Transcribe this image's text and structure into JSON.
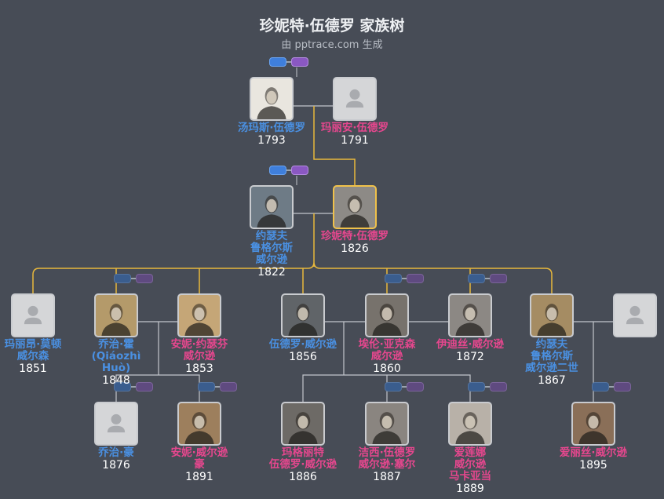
{
  "header": {
    "title": "珍妮特·伍德罗 家族树",
    "subtitle": "由 pptrace.com 生成"
  },
  "people": [
    {
      "id": "thomas",
      "name": "汤玛斯·伍德罗",
      "year": "1793",
      "gender": "m",
      "photo": "portrait-photo"
    },
    {
      "id": "marion",
      "name": "玛丽安·伍德罗",
      "year": "1791",
      "gender": "f",
      "photo": "placeholder"
    },
    {
      "id": "joseph",
      "name": "约瑟夫\n鲁格尔斯\n威尔逊",
      "year": "1822",
      "gender": "m",
      "photo": "portrait-photo"
    },
    {
      "id": "janet",
      "name": "珍妮特·伍德罗",
      "year": "1826",
      "gender": "f",
      "photo": "portrait-photo"
    },
    {
      "id": "marion_w",
      "name": "玛丽昂·莫顿\n威尔森",
      "year": "1851",
      "gender": "m",
      "photo": "placeholder"
    },
    {
      "id": "george",
      "name": "乔治·霍\n(Qiáozhì\nHuò)",
      "year": "1848",
      "gender": "m",
      "photo": "portrait-photo"
    },
    {
      "id": "annie",
      "name": "安妮·约瑟芬\n威尔逊",
      "year": "1853",
      "gender": "f",
      "photo": "portrait-photo"
    },
    {
      "id": "woodrow",
      "name": "伍德罗·威尔逊",
      "year": "1856",
      "gender": "m",
      "photo": "portrait-photo"
    },
    {
      "id": "ellen",
      "name": "埃伦·亚克森\n威尔逊",
      "year": "1860",
      "gender": "f",
      "photo": "portrait-photo"
    },
    {
      "id": "edith",
      "name": "伊迪丝·威尔逊",
      "year": "1872",
      "gender": "f",
      "photo": "portrait-photo"
    },
    {
      "id": "joseph2",
      "name": "约瑟夫\n鲁格尔斯\n威尔逊二世",
      "year": "1867",
      "gender": "m",
      "photo": "portrait-photo"
    },
    {
      "id": "spouse_j2",
      "name": "",
      "year": "",
      "gender": "f",
      "photo": "placeholder"
    },
    {
      "id": "george_h",
      "name": "乔治·豪",
      "year": "1876",
      "gender": "m",
      "photo": "placeholder"
    },
    {
      "id": "annie_h",
      "name": "安妮·威尔逊\n豪",
      "year": "1891",
      "gender": "f",
      "photo": "portrait-photo"
    },
    {
      "id": "margaret",
      "name": "玛格丽特\n伍德罗·威尔逊",
      "year": "1886",
      "gender": "f",
      "photo": "portrait-photo"
    },
    {
      "id": "jessie",
      "name": "洁西·伍德罗\n威尔逊·塞尔",
      "year": "1887",
      "gender": "f",
      "photo": "portrait-photo"
    },
    {
      "id": "eleanor",
      "name": "爱莲娜\n威尔逊\n马卡亚当",
      "year": "1889",
      "gender": "f",
      "photo": "portrait-photo"
    },
    {
      "id": "alice",
      "name": "爱丽丝·威尔逊",
      "year": "1895",
      "gender": "f",
      "photo": "portrait-photo"
    }
  ],
  "colors": {
    "line_gold": "#e8b83c",
    "line_gray": "#c3c6cc",
    "male": "#4a90e2",
    "female": "#e6478e",
    "background": "#474c56"
  }
}
